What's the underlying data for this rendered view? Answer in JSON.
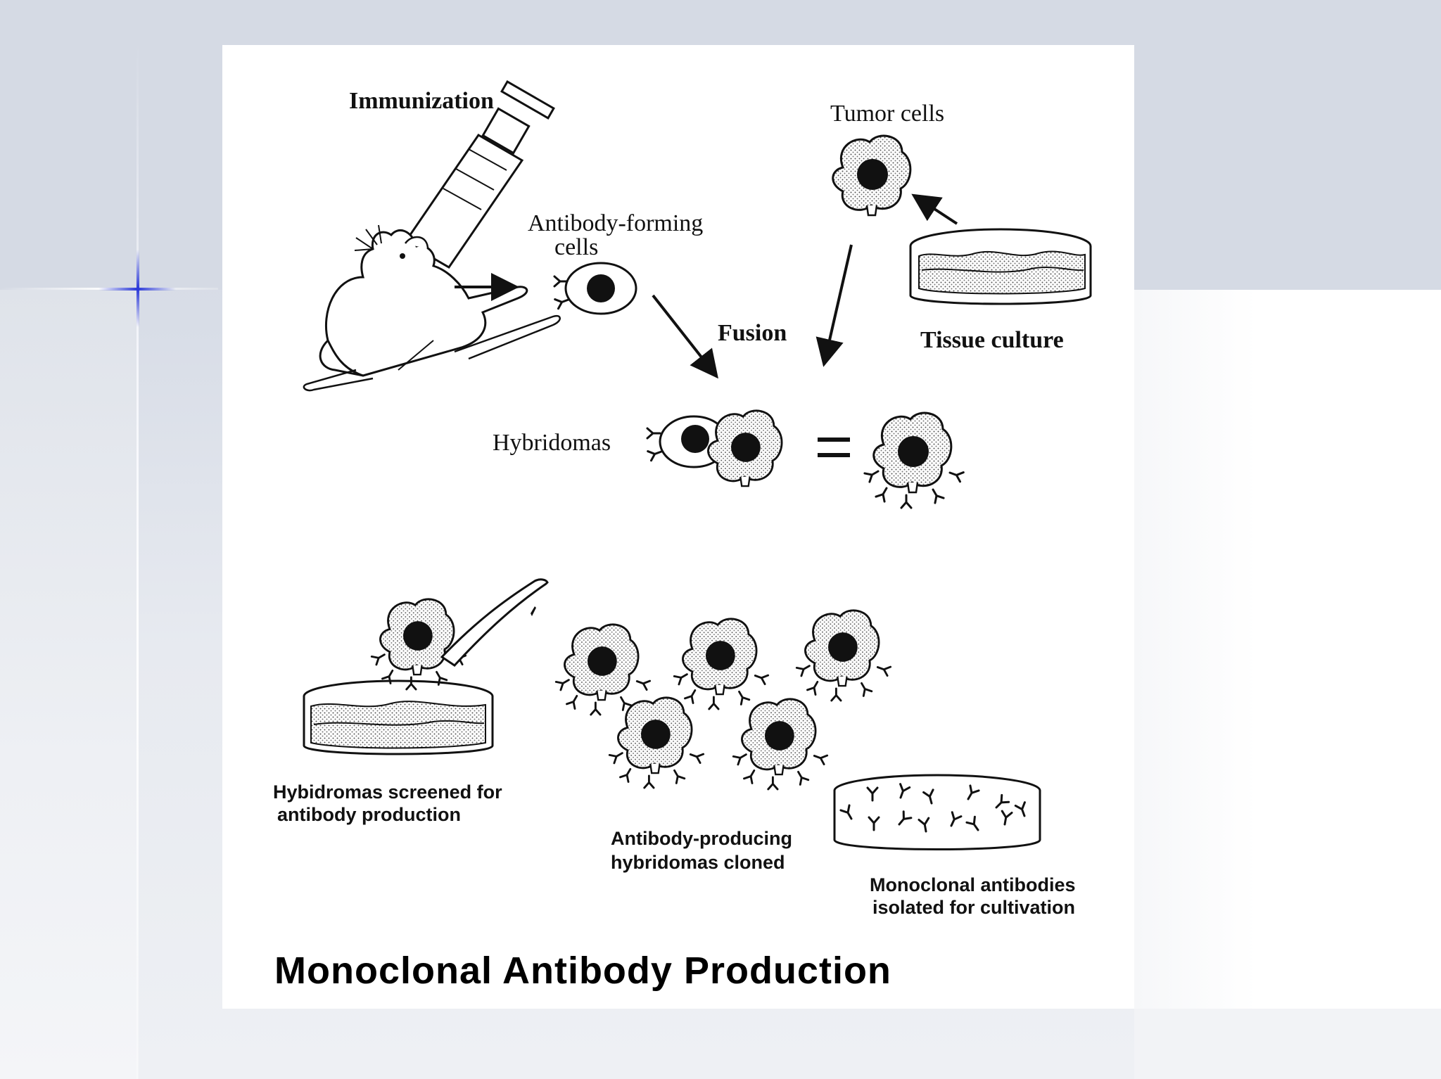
{
  "labels": {
    "immunization": "Immunization",
    "tumor_cells": "Tumor cells",
    "antibody_forming": "Antibody-forming",
    "cells": "cells",
    "fusion": "Fusion",
    "tissue_culture": "Tissue culture",
    "hybridomas": "Hybridomas",
    "screened_line1": "Hybidromas screened for",
    "screened_line2": "antibody  production",
    "cloned_line1": "Antibody-producing",
    "cloned_line2": "hybridomas cloned",
    "isolated_line1": "Monoclonal antibodies",
    "isolated_line2": "isolated for cultivation"
  },
  "title": "Monoclonal Antibody Production",
  "colors": {
    "slide_background": "#d5dae4",
    "accent_cross": "#2a38d8",
    "figure_background": "#ffffff",
    "ink": "#111111"
  }
}
